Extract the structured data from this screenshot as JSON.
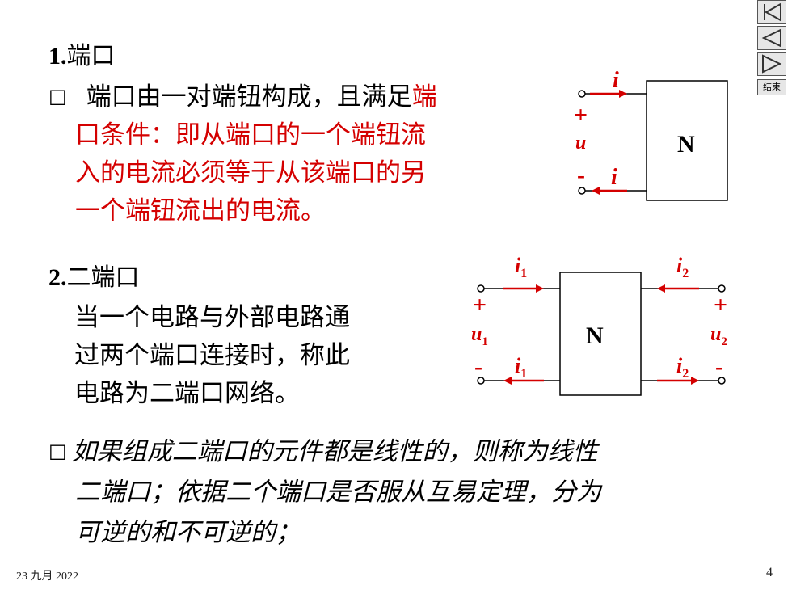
{
  "section1": {
    "heading_num": "1.",
    "heading_text": "端口",
    "bullet": "□",
    "line1_black": "端口由一对端钮构成，且满足",
    "line1_red": "端",
    "line2": "口条件：即从端口的一个端钮流",
    "line3": "入的电流必须等于从该端口的另",
    "line4": "一个端钮流出的电流。"
  },
  "diagram1": {
    "current_top": "i",
    "current_bottom": "i",
    "plus": "+",
    "voltage": "u",
    "minus": "-",
    "box_label": "N"
  },
  "section2": {
    "heading_num": "2.",
    "heading_text": "二端口",
    "line1": "当一个电路与外部电路通",
    "line2": "过两个端口连接时，称此",
    "line3": "电路为二端口网络。"
  },
  "diagram2": {
    "i1": "i",
    "i1_sub": "1",
    "i2": "i",
    "i2_sub": "2",
    "plus": "+",
    "minus": "-",
    "u1": "u",
    "u1_sub": "1",
    "u2": "u",
    "u2_sub": "2",
    "box_label": "N"
  },
  "section3": {
    "bullet": "□",
    "line1": "如果组成二端口的元件都是线性的，则称为线性",
    "line2": "二端口；依据二个端口是否服从互易定理，分为",
    "line3": "可逆的和不可逆的；"
  },
  "footer": {
    "date": "23 九月 2022",
    "page": "4"
  },
  "nav": {
    "end_label": "结束"
  },
  "colors": {
    "accent_red": "#d40000"
  }
}
